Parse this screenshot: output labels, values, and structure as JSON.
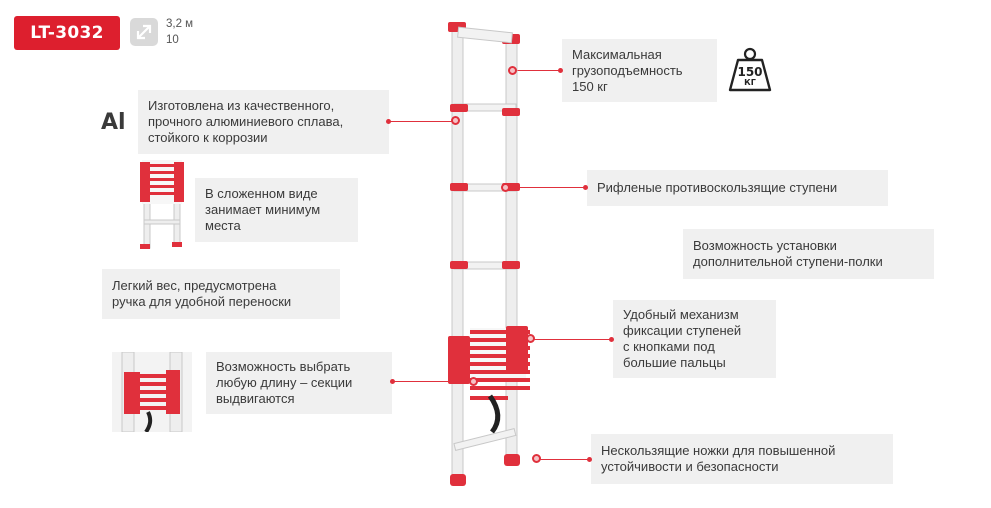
{
  "model": "LT-3032",
  "specs": {
    "height": "3,2 м",
    "steps": "10"
  },
  "material": "Al",
  "weight_icon": {
    "value": "150",
    "unit": "КГ"
  },
  "features": {
    "capacity": "Максимальная\nгрузоподъемность\n150 кг",
    "aluminium": "Изготовлена из качественного,\nпрочного алюминиевого сплава,\nстойкого к коррозии",
    "compact": "В сложенном виде\nзанимает минимум\nместа",
    "steps": "Рифленые противоскользящие ступени",
    "shelf": "Возможность установки\nдополнительной ступени-полки",
    "light": "Легкий вес, предусмотрена\nручка для удобной переноски",
    "lock": "Удобный механизм\nфиксации ступеней\nс кнопками под\nбольшие пальцы",
    "length": "Возможность выбрать\nлюбую длину – секции\nвыдвигаются",
    "feet": "Нескользящие ножки для повышенной\nустойчивости и безопасности"
  },
  "colors": {
    "accent": "#dd1f2e",
    "box": "#f0f0f0",
    "text": "#3a3a3a"
  }
}
